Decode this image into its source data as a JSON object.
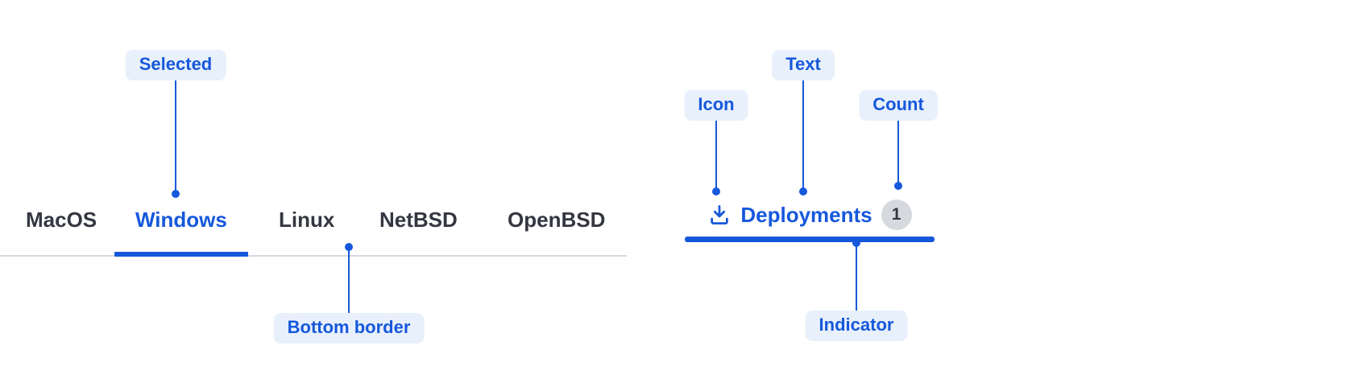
{
  "colors": {
    "accent": "#1658DC",
    "pill_bg": "#E8F0FB",
    "tab_text": "#343741",
    "border": "#D6D9DE",
    "badge_bg": "#D6D9DE",
    "badge_text": "#343741",
    "background": "#FFFFFF"
  },
  "tabs_demo": {
    "items": [
      {
        "label": "MacOS",
        "selected": false
      },
      {
        "label": "Windows",
        "selected": true
      },
      {
        "label": "Linux",
        "selected": false
      },
      {
        "label": "NetBSD",
        "selected": false
      },
      {
        "label": "OpenBSD",
        "selected": false
      }
    ]
  },
  "anatomy_tab": {
    "icon": "download-icon",
    "label": "Deployments",
    "count": "1"
  },
  "annotations": {
    "selected": {
      "label": "Selected"
    },
    "bottom_border": {
      "label": "Bottom border"
    },
    "icon": {
      "label": "Icon"
    },
    "text": {
      "label": "Text"
    },
    "count": {
      "label": "Count"
    },
    "indicator": {
      "label": "Indicator"
    }
  }
}
